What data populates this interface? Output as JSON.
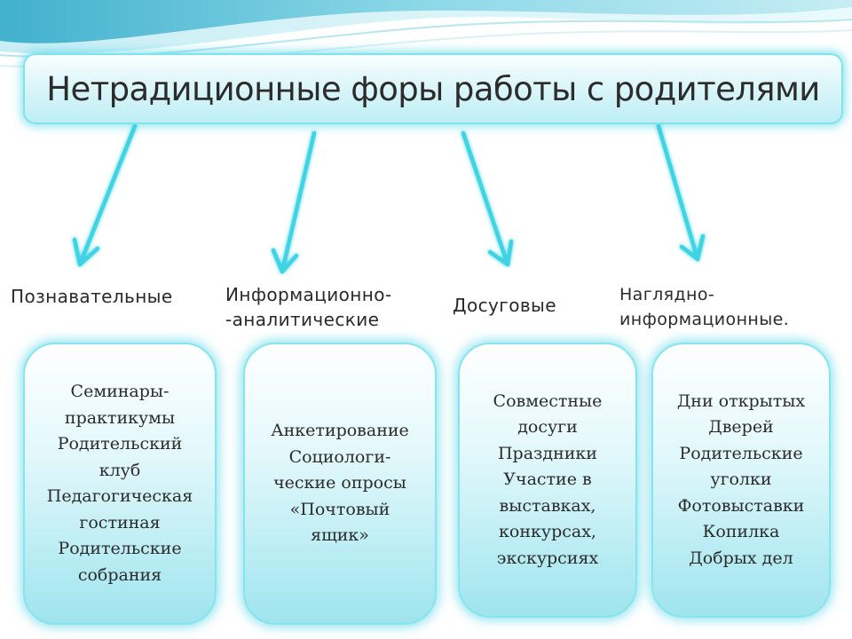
{
  "title": "Нетрадиционные форы работы с родителями",
  "categories": [
    {
      "label_lines": [
        "Познавательные"
      ],
      "items": [
        "Семинары-",
        "практикумы",
        "Родительский",
        "клуб",
        "Педагогическая",
        "гостиная",
        "Родительские",
        "собрания"
      ]
    },
    {
      "label_lines": [
        "Информационно-",
        "-аналитические"
      ],
      "items": [
        "Анкетирование",
        "Социологи-",
        "ческие опросы",
        "«Почтовый",
        "ящик»"
      ]
    },
    {
      "label_lines": [
        "Досуговые"
      ],
      "items": [
        "Совместные",
        "досуги",
        "Праздники",
        "Участие в",
        "выставках,",
        "конкурсах,",
        "экскурсиях"
      ]
    },
    {
      "label_lines": [
        "Наглядно-",
        "информационные."
      ],
      "items": [
        "Дни открытых",
        "Дверей",
        "Родительские",
        "уголки",
        "Фотовыставки",
        "Копилка",
        "Добрых дел"
      ]
    }
  ],
  "colors": {
    "accent": "#3fd3e4",
    "box_fill_bottom": "#9fe4ee",
    "text": "#2b2b2b"
  }
}
